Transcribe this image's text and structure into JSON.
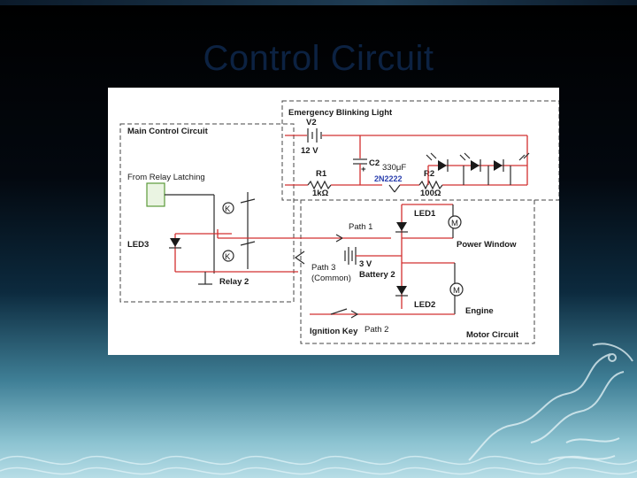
{
  "slide": {
    "title": "Control Circuit"
  },
  "diagram": {
    "main_control_circuit": "Main Control Circuit",
    "emergency_blinking_light": "Emergency Blinking Light",
    "v2": "V2",
    "v2_value": "12 V",
    "c2": "C2",
    "c2_value": "330μF",
    "r1": "R1",
    "r1_value": "1kΩ",
    "transistor": "2N2222",
    "r2": "R2",
    "r2_value": "100Ω",
    "from_relay_latching": "From Relay Latching",
    "led1": "LED1",
    "led2": "LED2",
    "led3": "LED3",
    "path1": "Path 1",
    "path2": "Path 2",
    "path3": "Path 3",
    "path3_sub": "(Common)",
    "battery_value": "3 V",
    "battery2": "Battery 2",
    "relay2": "Relay 2",
    "power_window": "Power Window",
    "engine": "Engine",
    "ignition_key": "Ignition Key",
    "motor_circuit": "Motor Circuit",
    "relay_k": "K",
    "plus": "+",
    "motor_m": "M"
  },
  "colors": {
    "title": "#0c2242",
    "wire": "#d23030",
    "transistor_label": "#2a3fae"
  }
}
